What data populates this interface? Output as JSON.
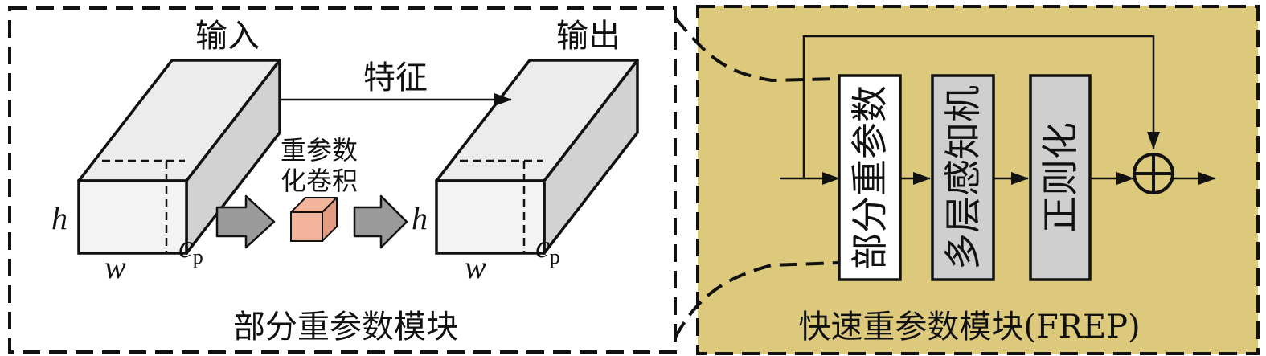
{
  "left_panel": {
    "title": "部分重参数模块",
    "input_label": "输入",
    "output_label": "输出",
    "feature_label": "特征",
    "conv_label_line1": "重参数",
    "conv_label_line2": "化卷积",
    "dim_h": "h",
    "dim_w": "w",
    "dim_c": "c",
    "dim_c_sub": "p",
    "conv_cube_color": "#f2b49a"
  },
  "right_panel": {
    "title": "快速重参数模块(FREP)",
    "background_color": "#ddc97c",
    "blocks": [
      {
        "label": "部分重参数",
        "fill": "#ffffff"
      },
      {
        "label": "多层感知机",
        "fill": "#cfcfcf"
      },
      {
        "label": "正则化",
        "fill": "#cfcfcf"
      }
    ]
  }
}
